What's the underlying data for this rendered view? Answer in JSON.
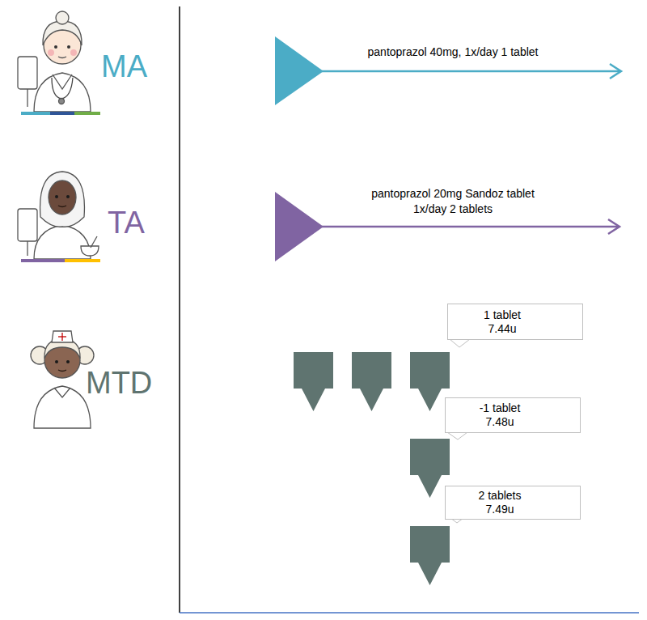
{
  "diagram": {
    "nodes": [
      {
        "text": [
          "1 tablet",
          "7.44u"
        ]
      },
      {
        "text": [
          "-1 tablet",
          "7.48u"
        ]
      },
      {
        "text": [
          "2 tablets",
          "7.49u"
        ]
      }
    ],
    "labels": [
      "MA",
      "TA",
      "MTD",
      "pantoprazol 40mg, 1x/day 1 tablet",
      "pantoprazol 20mg Sandoz tablet",
      "1x/day 2 tablets"
    ]
  }
}
